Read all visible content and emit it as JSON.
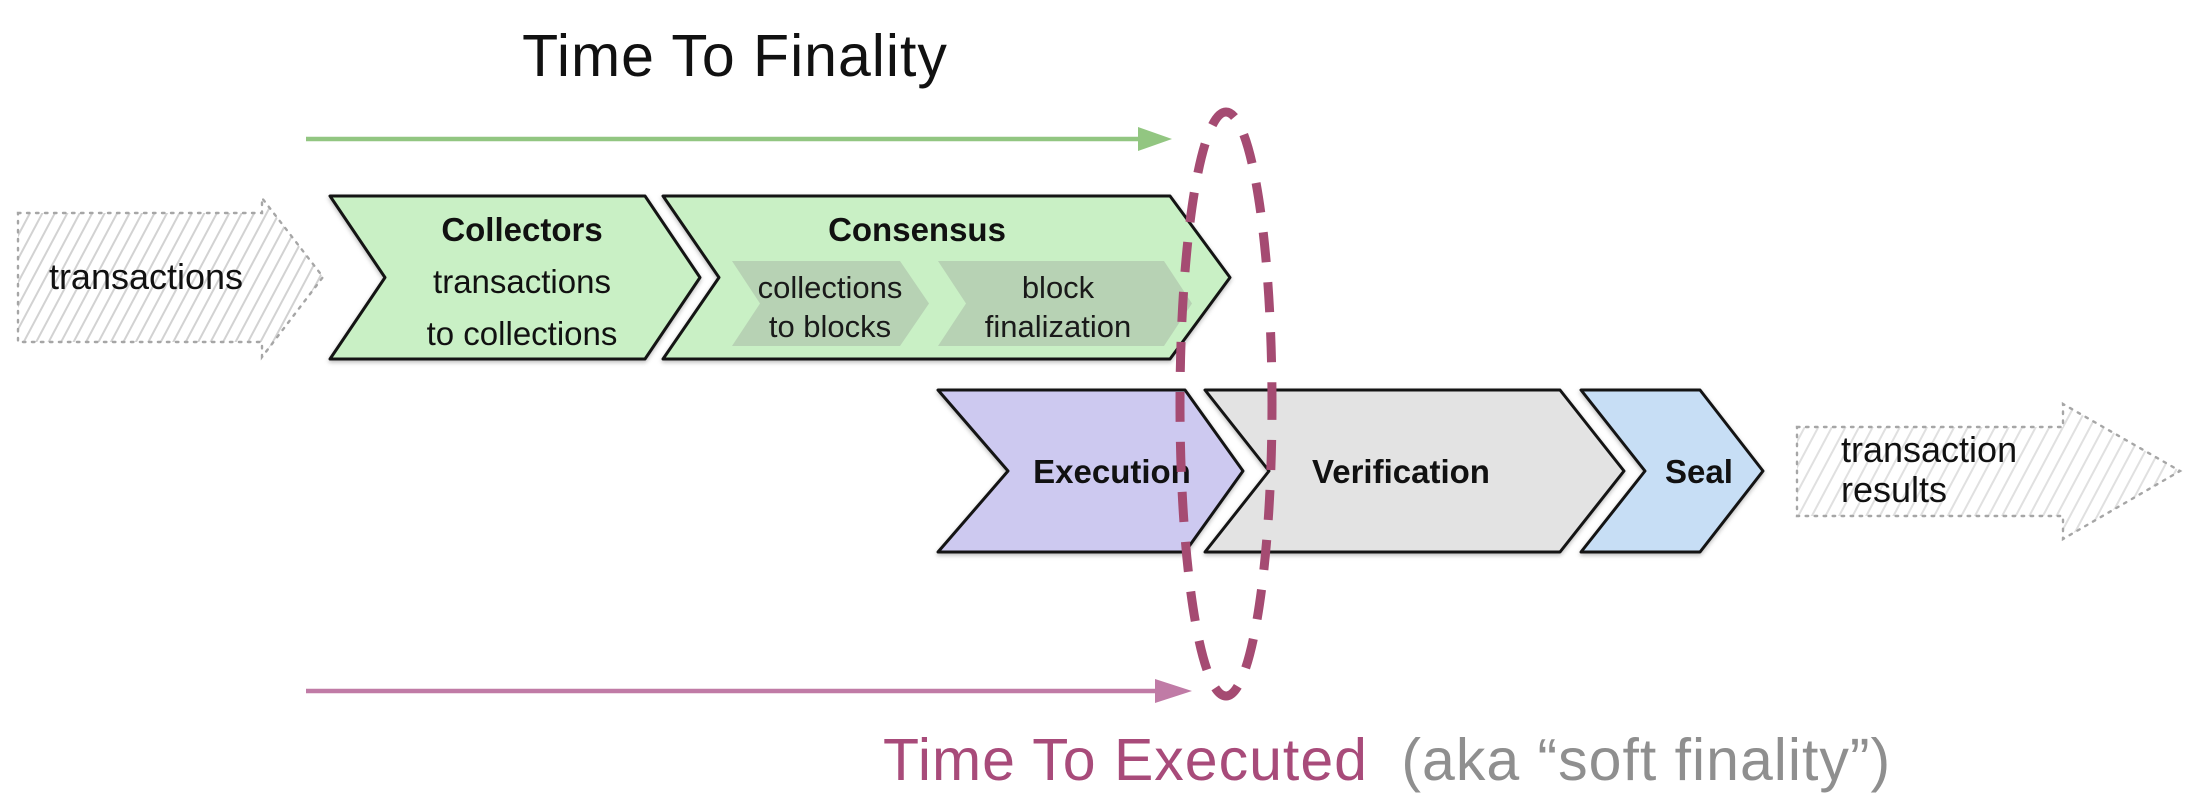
{
  "timelines": {
    "finality": {
      "label": "Time To Finality",
      "color": "#6CA85B",
      "arrow_color": "#92C681"
    },
    "executed": {
      "label": "Time To Executed",
      "suffix": "(aka “soft finality”)",
      "color": "#A84B7A",
      "suffix_color": "#8F8F8F",
      "arrow_color": "#C07BA6"
    }
  },
  "soft_finality_ellipse": {
    "color": "#A54B72"
  },
  "io": {
    "input": {
      "label": "transactions",
      "text_color": "#4F4F4F"
    },
    "output": {
      "line1": "transaction",
      "line2": "results",
      "text_color": "#2B2B2B"
    }
  },
  "stages": {
    "collectors": {
      "title": "Collectors",
      "line1": "transactions",
      "line2": "to collections",
      "fill": "#C9F0C5"
    },
    "consensus": {
      "title": "Consensus",
      "fill": "#C9F0C5",
      "substages": {
        "collections_to_blocks": {
          "line1": "collections",
          "line2": "to blocks",
          "fill": "#B7D2B4"
        },
        "block_finalization": {
          "line1": "block",
          "line2": "finalization",
          "fill": "#B7D2B4"
        }
      }
    },
    "execution": {
      "title": "Execution",
      "fill": "#CDC9F0"
    },
    "verification": {
      "title": "Verification",
      "fill": "#E3E3E3"
    },
    "seal": {
      "title": "Seal",
      "fill": "#C7DEF5"
    }
  }
}
